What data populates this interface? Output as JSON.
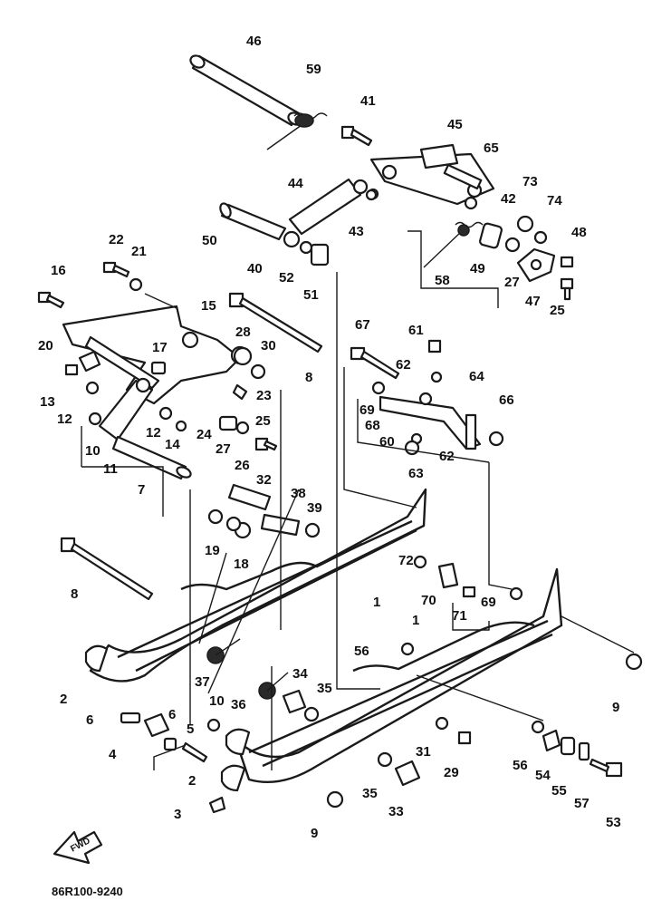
{
  "diagram": {
    "drawing_code": "86R100-9240",
    "fwd_label": "FWD",
    "callouts": [
      "46",
      "59",
      "41",
      "45",
      "65",
      "44",
      "73",
      "74",
      "42",
      "43",
      "50",
      "40",
      "52",
      "48",
      "58",
      "49",
      "27",
      "47",
      "51",
      "25",
      "22",
      "21",
      "16",
      "15",
      "28",
      "30",
      "67",
      "61",
      "62",
      "20",
      "17",
      "8",
      "64",
      "23",
      "69",
      "66",
      "13",
      "12",
      "68",
      "60",
      "10",
      "12",
      "14",
      "24",
      "27",
      "25",
      "62",
      "63",
      "11",
      "7",
      "26",
      "32",
      "38",
      "39",
      "19",
      "18",
      "72",
      "70",
      "8",
      "71",
      "69",
      "1",
      "1",
      "56",
      "2",
      "37",
      "34",
      "35",
      "10",
      "36",
      "9",
      "6",
      "6",
      "4",
      "5",
      "31",
      "29",
      "56",
      "54",
      "55",
      "57",
      "53",
      "2",
      "35",
      "33",
      "3",
      "9"
    ]
  }
}
